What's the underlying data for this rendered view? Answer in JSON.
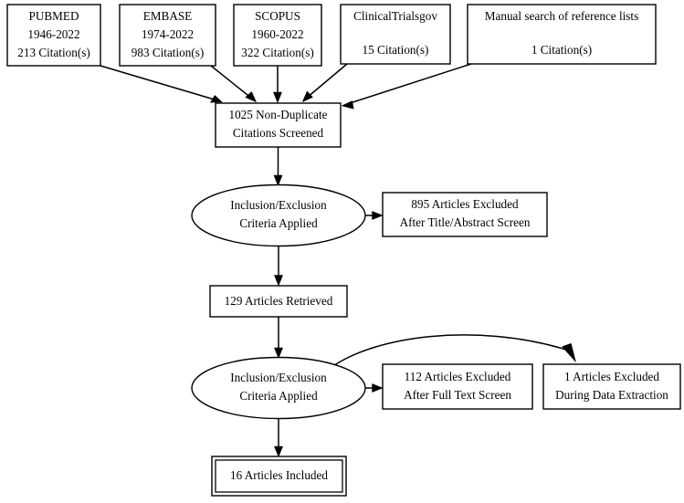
{
  "diagram": {
    "type": "prisma-flow-diagram",
    "title": "",
    "background_color": "#ffffff",
    "line_color": "#000000",
    "text_color": "#000000"
  },
  "sources": [
    {
      "id": "pubmed",
      "name": "PUBMED",
      "lines": [
        "PUBMED",
        "1946-2022",
        "213 Citation(s)"
      ],
      "database": "PUBMED",
      "date_range": "1946-2022",
      "citations": 213,
      "citations_label": "213 Citation(s)"
    },
    {
      "id": "embase",
      "name": "EMBASE",
      "lines": [
        "EMBASE",
        "1974-2022",
        "983 Citation(s)"
      ],
      "database": "EMBASE",
      "date_range": "1974-2022",
      "citations": 983,
      "citations_label": "983 Citation(s)"
    },
    {
      "id": "scopus",
      "name": "SCOPUS",
      "lines": [
        "SCOPUS",
        "1960-2022",
        "322 Citation(s)"
      ],
      "database": "SCOPUS",
      "date_range": "1960-2022",
      "citations": 322,
      "citations_label": "322 Citation(s)"
    },
    {
      "id": "clinicaltrialsgov",
      "name": "ClinicalTrialsgov",
      "lines": [
        "ClinicalTrialsgov",
        "",
        "15 Citation(s)"
      ],
      "database": "ClinicalTrialsgov",
      "date_range": "",
      "citations": 15,
      "citations_label": "15 Citation(s)"
    },
    {
      "id": "manual-search",
      "name": "Manual search of reference lists",
      "lines": [
        "Manual search of reference lists",
        "",
        "1 Citation(s)"
      ],
      "database": "Manual search of reference lists",
      "date_range": "",
      "citations": 1,
      "citations_label": "1 Citation(s)"
    }
  ],
  "stages": {
    "screened": {
      "line1": "1025 Non-Duplicate",
      "line2": "Citations Screened",
      "count": 1025
    },
    "criteria_1": {
      "line1": "Inclusion/Exclusion",
      "line2": "Criteria Applied"
    },
    "excluded_title_abstract": {
      "line1": "895 Articles Excluded",
      "line2": "After Title/Abstract Screen",
      "count": 895
    },
    "retrieved": {
      "line1": "129 Articles Retrieved",
      "count": 129
    },
    "criteria_2": {
      "line1": "Inclusion/Exclusion",
      "line2": "Criteria Applied"
    },
    "excluded_full_text": {
      "line1": "112 Articles Excluded",
      "line2": "After Full Text Screen",
      "count": 112
    },
    "excluded_data_extraction": {
      "line1": "1 Articles Excluded",
      "line2": "During Data Extraction",
      "count": 1
    },
    "included": {
      "line1": "16 Articles Included",
      "count": 16
    }
  }
}
